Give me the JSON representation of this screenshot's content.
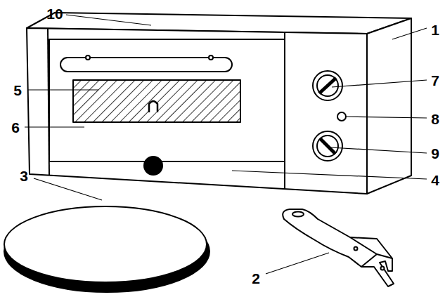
{
  "diagram": {
    "labels": [
      "10",
      "1",
      "5",
      "7",
      "8",
      "6",
      "9",
      "4",
      "3",
      "2"
    ]
  }
}
